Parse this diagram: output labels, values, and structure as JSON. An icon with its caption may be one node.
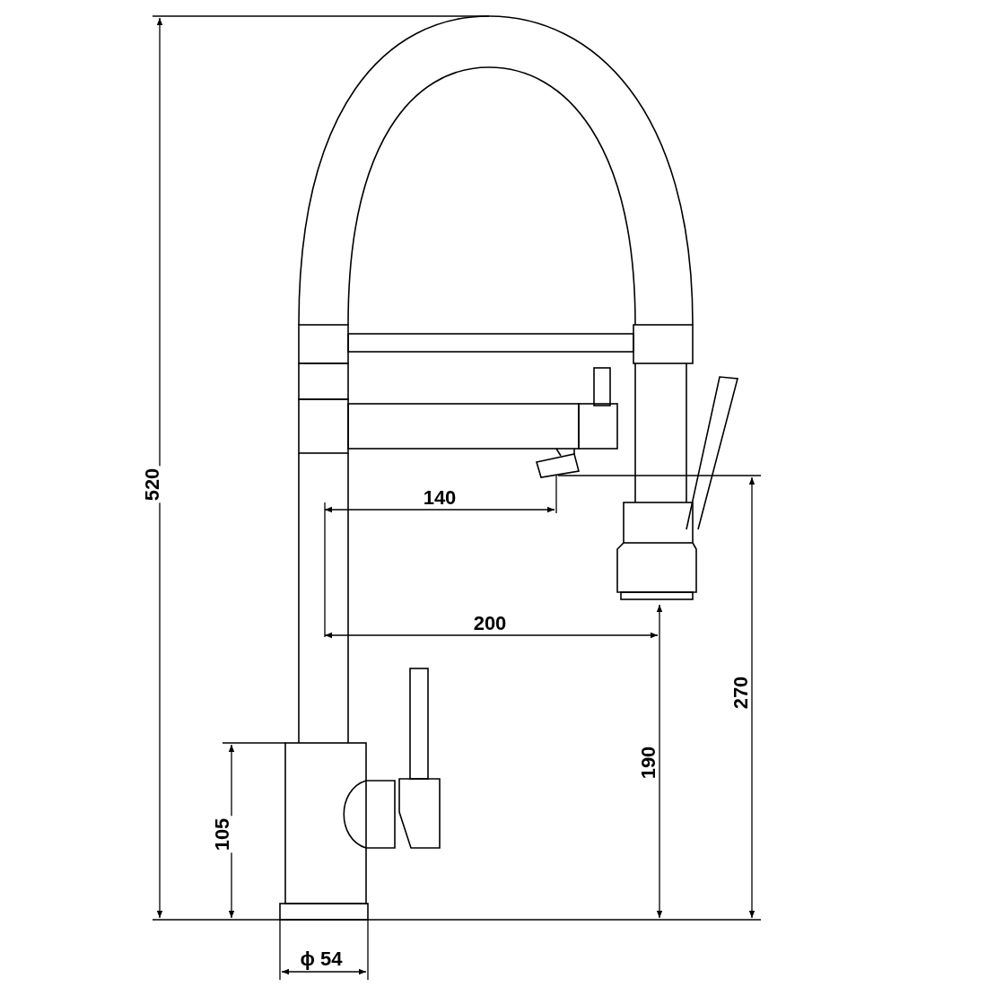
{
  "diagram": {
    "labels": [
      "520",
      "140",
      "200",
      "270",
      "190",
      "105",
      "ϕ 54"
    ]
  }
}
